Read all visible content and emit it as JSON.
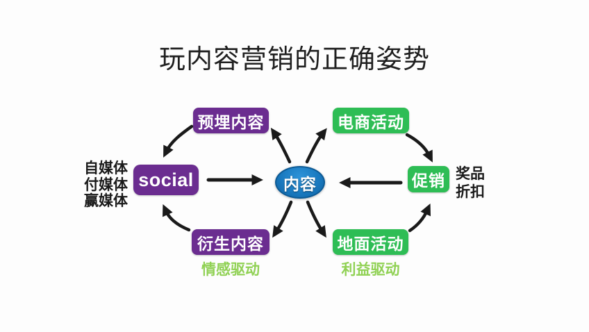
{
  "title": "玩内容营销的正确姿势",
  "colors": {
    "purple": "#6b2d90",
    "green": "#2ebd55",
    "blue": "#1979bf",
    "lightgreen": "#90d154",
    "arrow": "#1a1a1a"
  },
  "nodes": {
    "content": {
      "label": "内容"
    },
    "social": {
      "label": "social"
    },
    "pre_embedded": {
      "label": "预埋内容"
    },
    "derived": {
      "label": "衍生内容"
    },
    "ecommerce": {
      "label": "电商活动"
    },
    "promotion": {
      "label": "促销"
    },
    "ground": {
      "label": "地面活动"
    }
  },
  "annotations": {
    "media_types": [
      "自媒体",
      "付媒体",
      "赢媒体"
    ],
    "incentives": [
      "奖品",
      "折扣"
    ],
    "emotion_driver": "情感驱动",
    "benefit_driver": "利益驱动"
  }
}
